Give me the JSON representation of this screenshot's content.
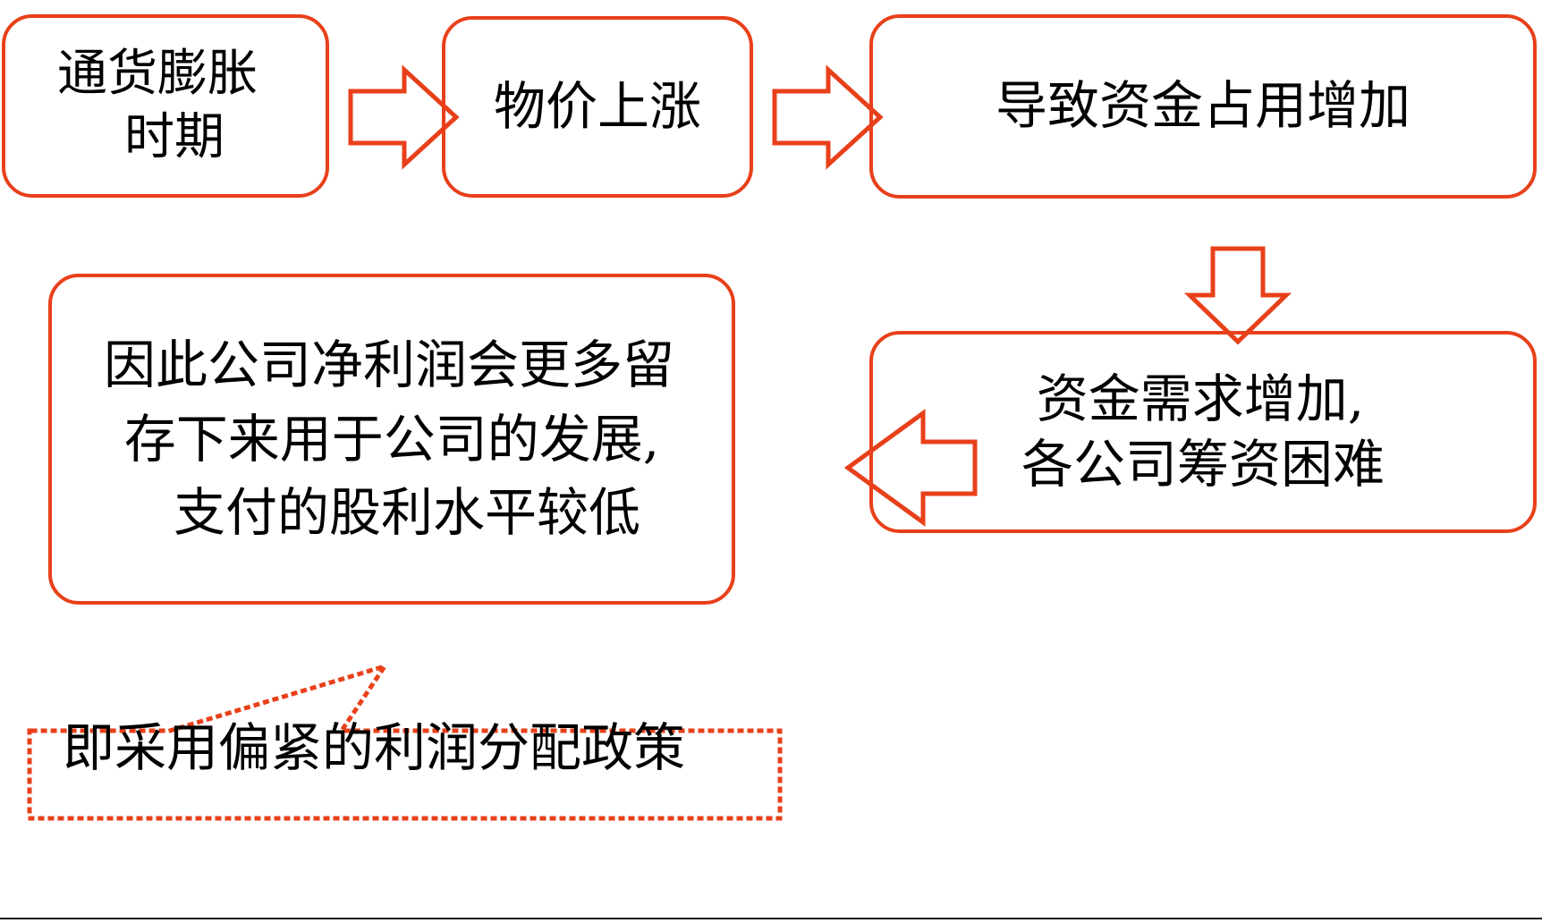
{
  "title": "通货膨胀时期利润分配政策流程图",
  "theme": {
    "accent": "#E8401A",
    "text": "#000000",
    "background": "#ffffff"
  },
  "nodes": {
    "inflation": {
      "id": "inflation-period",
      "lines": [
        "通货膨胀",
        "时期"
      ],
      "text": "通货膨胀时期"
    },
    "price_rise": {
      "id": "price-rise",
      "lines": [
        "物价上涨"
      ],
      "text": "物价上涨"
    },
    "capital_occupancy": {
      "id": "capital-occupancy-increase",
      "lines": [
        "导致资金占用增加"
      ],
      "text": "导致资金占用增加"
    },
    "funding_difficulty": {
      "id": "funding-difficulty",
      "lines": [
        "资金需求增加,",
        "各公司筹资困难"
      ],
      "text": "资金需求增加,各公司筹资困难"
    },
    "retained_profit": {
      "id": "retained-profit-low-dividend",
      "lines": [
        "因此公司净利润会更多留",
        "存下来用于公司的发展,",
        "支付的股利水平较低"
      ],
      "text": "因此公司净利润会更多留存下来用于公司的发展,支付的股利水平较低"
    },
    "callout": {
      "id": "tight-profit-distribution-policy",
      "lines": [
        "即采用偏紧的利润分配政策"
      ],
      "text": "即采用偏紧的利润分配政策"
    }
  },
  "connectors": [
    {
      "id": "arrow-inflation-to-price-rise",
      "icon": "block-arrow-right-icon",
      "direction": "right",
      "from": "inflation",
      "to": "price_rise"
    },
    {
      "id": "arrow-price-rise-to-capital-occupancy",
      "icon": "block-arrow-right-icon",
      "direction": "right",
      "from": "price_rise",
      "to": "capital_occupancy"
    },
    {
      "id": "arrow-capital-occupancy-to-funding-difficulty",
      "icon": "block-arrow-down-icon",
      "direction": "down",
      "from": "capital_occupancy",
      "to": "funding_difficulty"
    },
    {
      "id": "arrow-funding-difficulty-to-retained-profit",
      "icon": "block-arrow-left-icon",
      "direction": "left",
      "from": "funding_difficulty",
      "to": "retained_profit"
    },
    {
      "id": "callout-tail-retained-profit",
      "icon": "callout-tail-icon",
      "direction": "up",
      "from": "callout",
      "to": "retained_profit"
    }
  ]
}
